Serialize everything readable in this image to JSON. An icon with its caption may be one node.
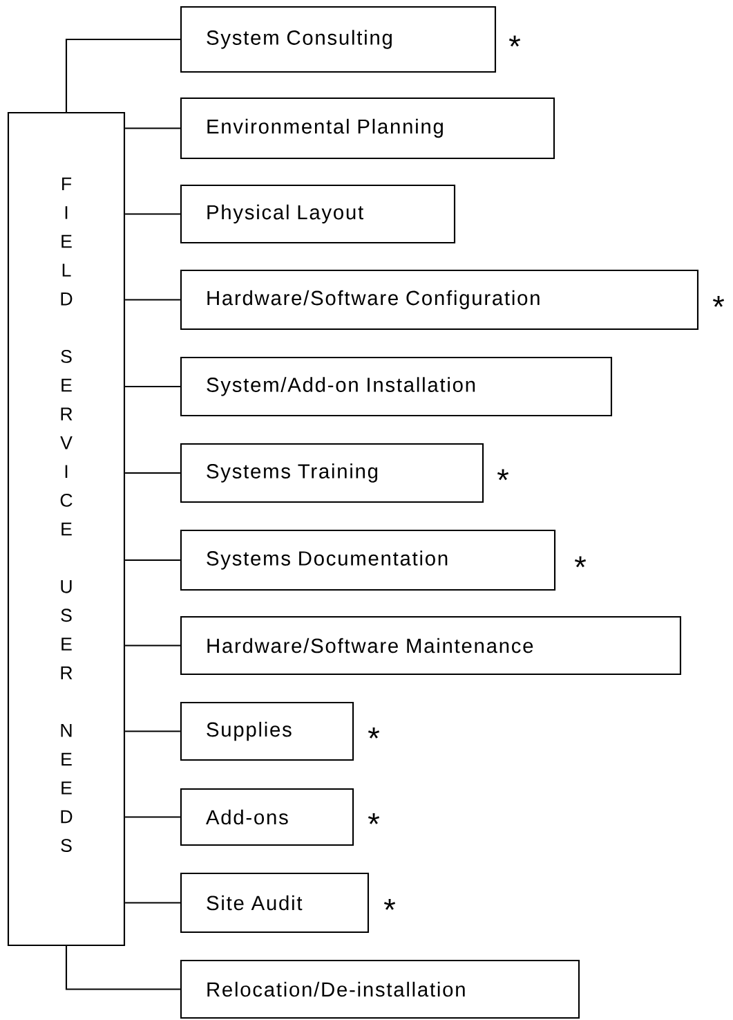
{
  "diagram": {
    "nodes": [
      {
        "text": [
          "FIELD SERVICE USER NEEDS"
        ]
      },
      {
        "text": [
          "System Consulting"
        ],
        "beside": [
          "*"
        ]
      },
      {
        "text": [
          "Environmental Planning"
        ]
      },
      {
        "text": [
          "Physical Layout"
        ]
      },
      {
        "text": [
          "Hardware/Software Configuration"
        ],
        "beside": [
          "*"
        ]
      },
      {
        "text": [
          "System/Add-on Installation"
        ]
      },
      {
        "text": [
          "Systems Training"
        ],
        "beside": [
          "*"
        ]
      },
      {
        "text": [
          "Systems Documentation"
        ],
        "beside": [
          "*"
        ]
      },
      {
        "text": [
          "Hardware/Software Maintenance"
        ]
      },
      {
        "text": [
          "Supplies"
        ],
        "beside": [
          "*"
        ]
      },
      {
        "text": [
          "Add-ons"
        ],
        "beside": [
          "*"
        ]
      },
      {
        "text": [
          "Site Audit"
        ],
        "beside": [
          "*"
        ]
      },
      {
        "text": [
          "Relocation/De-installation"
        ]
      }
    ],
    "edges": [
      {
        "from": 0,
        "to": 1,
        "arrow": "none"
      },
      {
        "from": 0,
        "to": 2,
        "arrow": "none"
      },
      {
        "from": 0,
        "to": 3,
        "arrow": "none"
      },
      {
        "from": 0,
        "to": 4,
        "arrow": "none"
      },
      {
        "from": 0,
        "to": 5,
        "arrow": "none"
      },
      {
        "from": 0,
        "to": 6,
        "arrow": "none"
      },
      {
        "from": 0,
        "to": 7,
        "arrow": "none"
      },
      {
        "from": 0,
        "to": 8,
        "arrow": "none"
      },
      {
        "from": 0,
        "to": 9,
        "arrow": "none"
      },
      {
        "from": 0,
        "to": 10,
        "arrow": "none"
      },
      {
        "from": 0,
        "to": 11,
        "arrow": "none"
      },
      {
        "from": 0,
        "to": 12,
        "arrow": "none"
      }
    ]
  }
}
